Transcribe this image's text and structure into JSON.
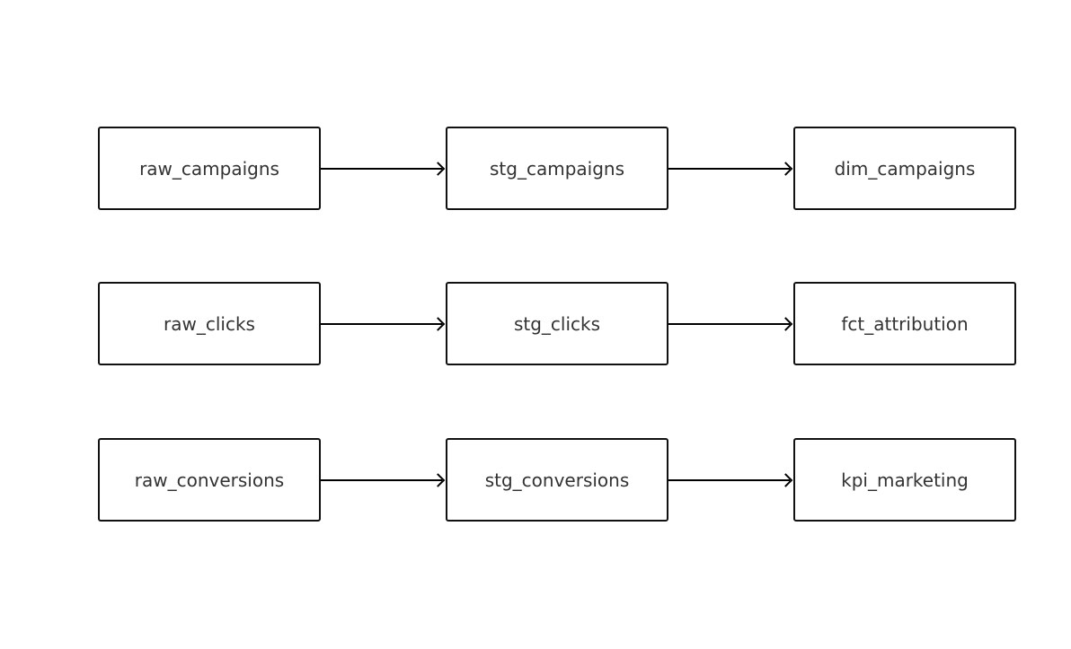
{
  "diagram": {
    "rows": [
      {
        "nodes": [
          "raw_campaigns",
          "stg_campaigns",
          "dim_campaigns"
        ]
      },
      {
        "nodes": [
          "raw_clicks",
          "stg_clicks",
          "fct_attribution"
        ]
      },
      {
        "nodes": [
          "raw_conversions",
          "stg_conversions",
          "kpi_marketing"
        ]
      }
    ]
  },
  "colors": {
    "background": "#ffffff",
    "node_fill": "#ffffff",
    "node_border": "#111111",
    "node_text": "#333333",
    "arrow": "#000000"
  }
}
